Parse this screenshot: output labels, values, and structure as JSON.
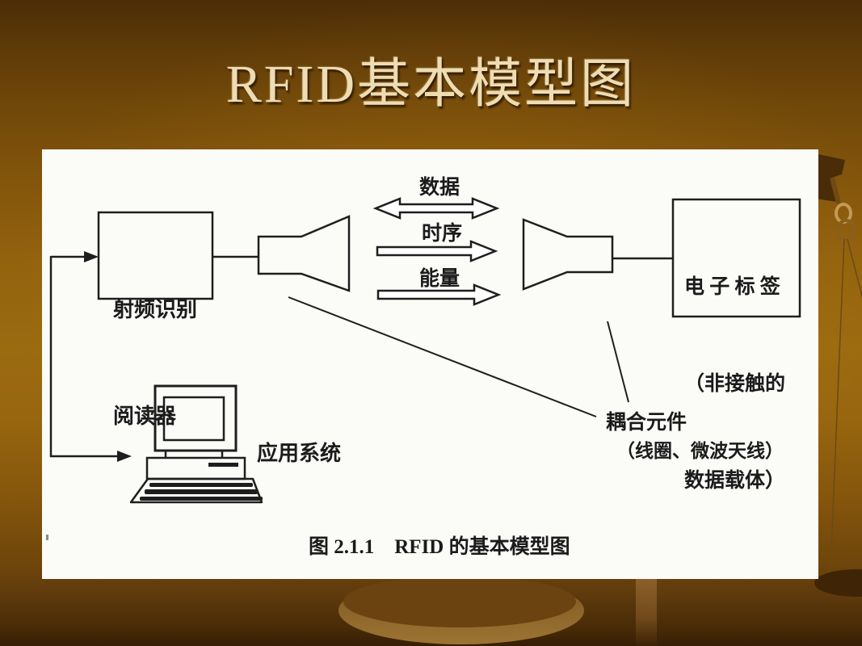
{
  "slide": {
    "title": "RFID基本模型图",
    "figure_caption": "图 2.1.1　RFID 的基本模型图"
  },
  "diagram": {
    "reader_box": {
      "line1": "射频识别",
      "line2": "阅读器"
    },
    "signal_arrows": [
      {
        "label": "数据",
        "direction": "bidirectional"
      },
      {
        "label": "时序",
        "direction": "reader-to-tag"
      },
      {
        "label": "能量",
        "direction": "reader-to-tag"
      }
    ],
    "tag_box": {
      "line1": "电 子 标 签",
      "line2": "（非接触的",
      "line3": "数据载体）"
    },
    "coupling_label": {
      "line1": "耦合元件",
      "line2": "（线圈、微波天线）"
    },
    "application_label": "应用系统"
  },
  "icons": {
    "left_horn": "horn-antenna",
    "right_horn": "horn-antenna",
    "computer": "desktop-computer",
    "decoration": "brass-scale"
  },
  "colors": {
    "ink": "#1e1e1e",
    "paper": "#fbfbf8",
    "title_text": "#eedcb2",
    "background_top": "#4c2d07",
    "background_mid": "#9b6b10",
    "background_bottom": "#361e04"
  }
}
